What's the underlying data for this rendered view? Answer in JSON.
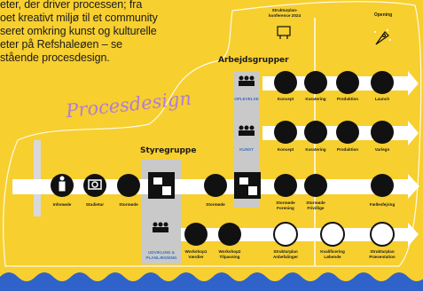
{
  "intro": {
    "line1": "eter, der driver processen; fra",
    "line2": "oet kreativt miljø til et community",
    "line3": "seret omkring kunst og kulturelle",
    "line4": "eter på Refshaleøen – se",
    "line5": "stående procesdesign."
  },
  "top": {
    "konference": "Strukturplan-\nkonference 2024",
    "opening": "Opening"
  },
  "section": {
    "procesdesign": "Procesdesign",
    "arbejdsgrupper": "Arbejdsgrupper",
    "styregruppe": "Styregruppe"
  },
  "blue": {
    "oplevelse": "OPLEVELSE",
    "kunst": "KUNST",
    "udvikling": "UDVIKLING &\nPLANLÆGNING"
  },
  "row1": {
    "koncept": "Koncept",
    "kuratering": "Kuratering",
    "produktion": "Produktion",
    "launch": "Launch"
  },
  "row2": {
    "koncept": "Koncept",
    "kuratering": "Kuratering",
    "produktion": "Produktion",
    "varlegn": "Varlegn"
  },
  "row3": {
    "infomode": "Infomøde",
    "studietur": "Studietur",
    "stormode1": "Stormøde",
    "stormode2": "Stormøde",
    "stormode_forening": "Stormøde\nForening",
    "stormode_frivillige": "Stormøde\nFrivillige",
    "faellesfejring": "Fællesfejring"
  },
  "row4": {
    "workshop1": "Workshop1\nVærdier",
    "workshop2": "Workshop2\nTilpasning",
    "strukturplan_anbefalinger": "Strukturplan\nAnbefalinger",
    "kvalificering": "Kvalificering\nLøbende",
    "strukturplan_praesentation": "Strukturplan\nPræsentation"
  },
  "colors": {
    "yellow": "#f7cf2f",
    "band": "#ffffff",
    "grey": "#c9c9c9",
    "icon": "#111111",
    "accent_blue": "#3a6fc4",
    "script_purple": "#b07ed6",
    "wave_blue": "#2f63c9"
  }
}
